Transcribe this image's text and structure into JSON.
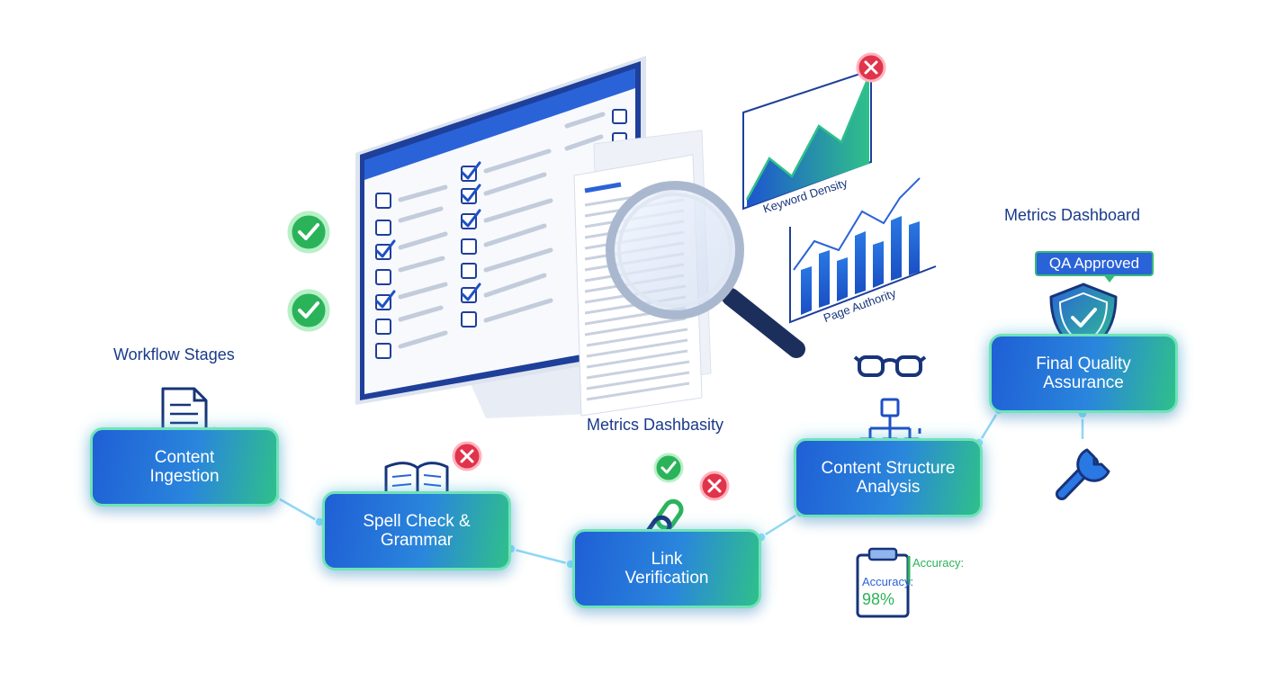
{
  "headings": {
    "workflow_stages": "Workflow Stages",
    "metrics_dashboard": "Metrics Dashboard",
    "metrics_dashbasity": "Metrics Dashbasity"
  },
  "stages": [
    {
      "line1": "Content",
      "line2": "Ingestion"
    },
    {
      "line1": "Spell Check &",
      "line2": "Grammar"
    },
    {
      "line1": "Link",
      "line2": "Verification"
    },
    {
      "line1": "Content Structure",
      "line2": "Analysis"
    },
    {
      "line1": "Final Quality",
      "line2": "Assurance"
    }
  ],
  "charts": {
    "area_label": "Keyword Density",
    "bar_label": "Page Authority"
  },
  "badge": "QA Approved",
  "accuracy": {
    "label_green": "Accuracy:",
    "label_blue": "Accuracy:",
    "value": "98%"
  },
  "colors": {
    "primary_blue": "#1f5fd6",
    "accent_green": "#2fc08a",
    "dark_navy": "#17347a",
    "error_red": "#e0344c",
    "check_green": "#2bb35a"
  }
}
